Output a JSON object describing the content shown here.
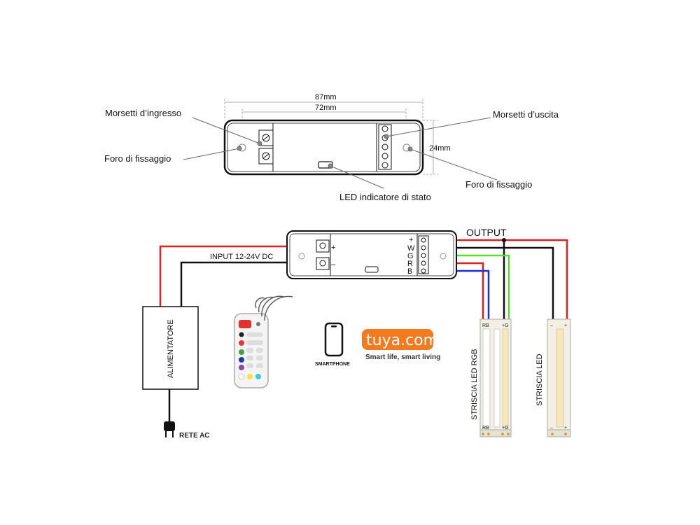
{
  "top_view": {
    "dim_length_outer": "87mm",
    "dim_length_inner": "72mm",
    "dim_height": "24mm",
    "callouts": {
      "input_terminals": "Morsetti d’ingresso",
      "mount_hole_left": "Foro di fissaggio",
      "output_terminals": "Morsetti d’uscita",
      "mount_hole_right": "Foro di fissaggio",
      "status_led": "LED indicatore di stato"
    }
  },
  "wiring": {
    "input_label": "INPUT 12-24V DC",
    "output_label": "OUTPUT",
    "plus_sign": "+",
    "minus_sign": "–",
    "output_pins": [
      "+",
      "W",
      "G",
      "R",
      "B"
    ],
    "power_supply_label": "ALIMENTATORE",
    "mains_label": "RETE AC",
    "strip_rgb_label": "STRISCIA LED RGB",
    "strip_single_label": "STRISCIA LED",
    "strip_rgb_pins_left": "RB",
    "strip_rgb_pins_right": "+G",
    "strip_single_pin_minus": "–",
    "strip_single_pin_plus": "+",
    "smartphone_label": "SMARTPHONE",
    "tuya_brand": "tuya.com",
    "tuya_tagline": "Smart life, smart living"
  },
  "colors": {
    "wire_red": "#e02020",
    "wire_black": "#111111",
    "wire_green": "#55dd33",
    "wire_blue": "#1a2fd6",
    "tuya_orange": "#f47a20",
    "strip_body": "#f3efe2",
    "strip_chip": "#f6e9b6"
  },
  "icons": [
    "remote-control-icon",
    "wifi-signal-icon",
    "smartphone-icon",
    "ac-plug-icon",
    "tuya-cloud-icon"
  ]
}
